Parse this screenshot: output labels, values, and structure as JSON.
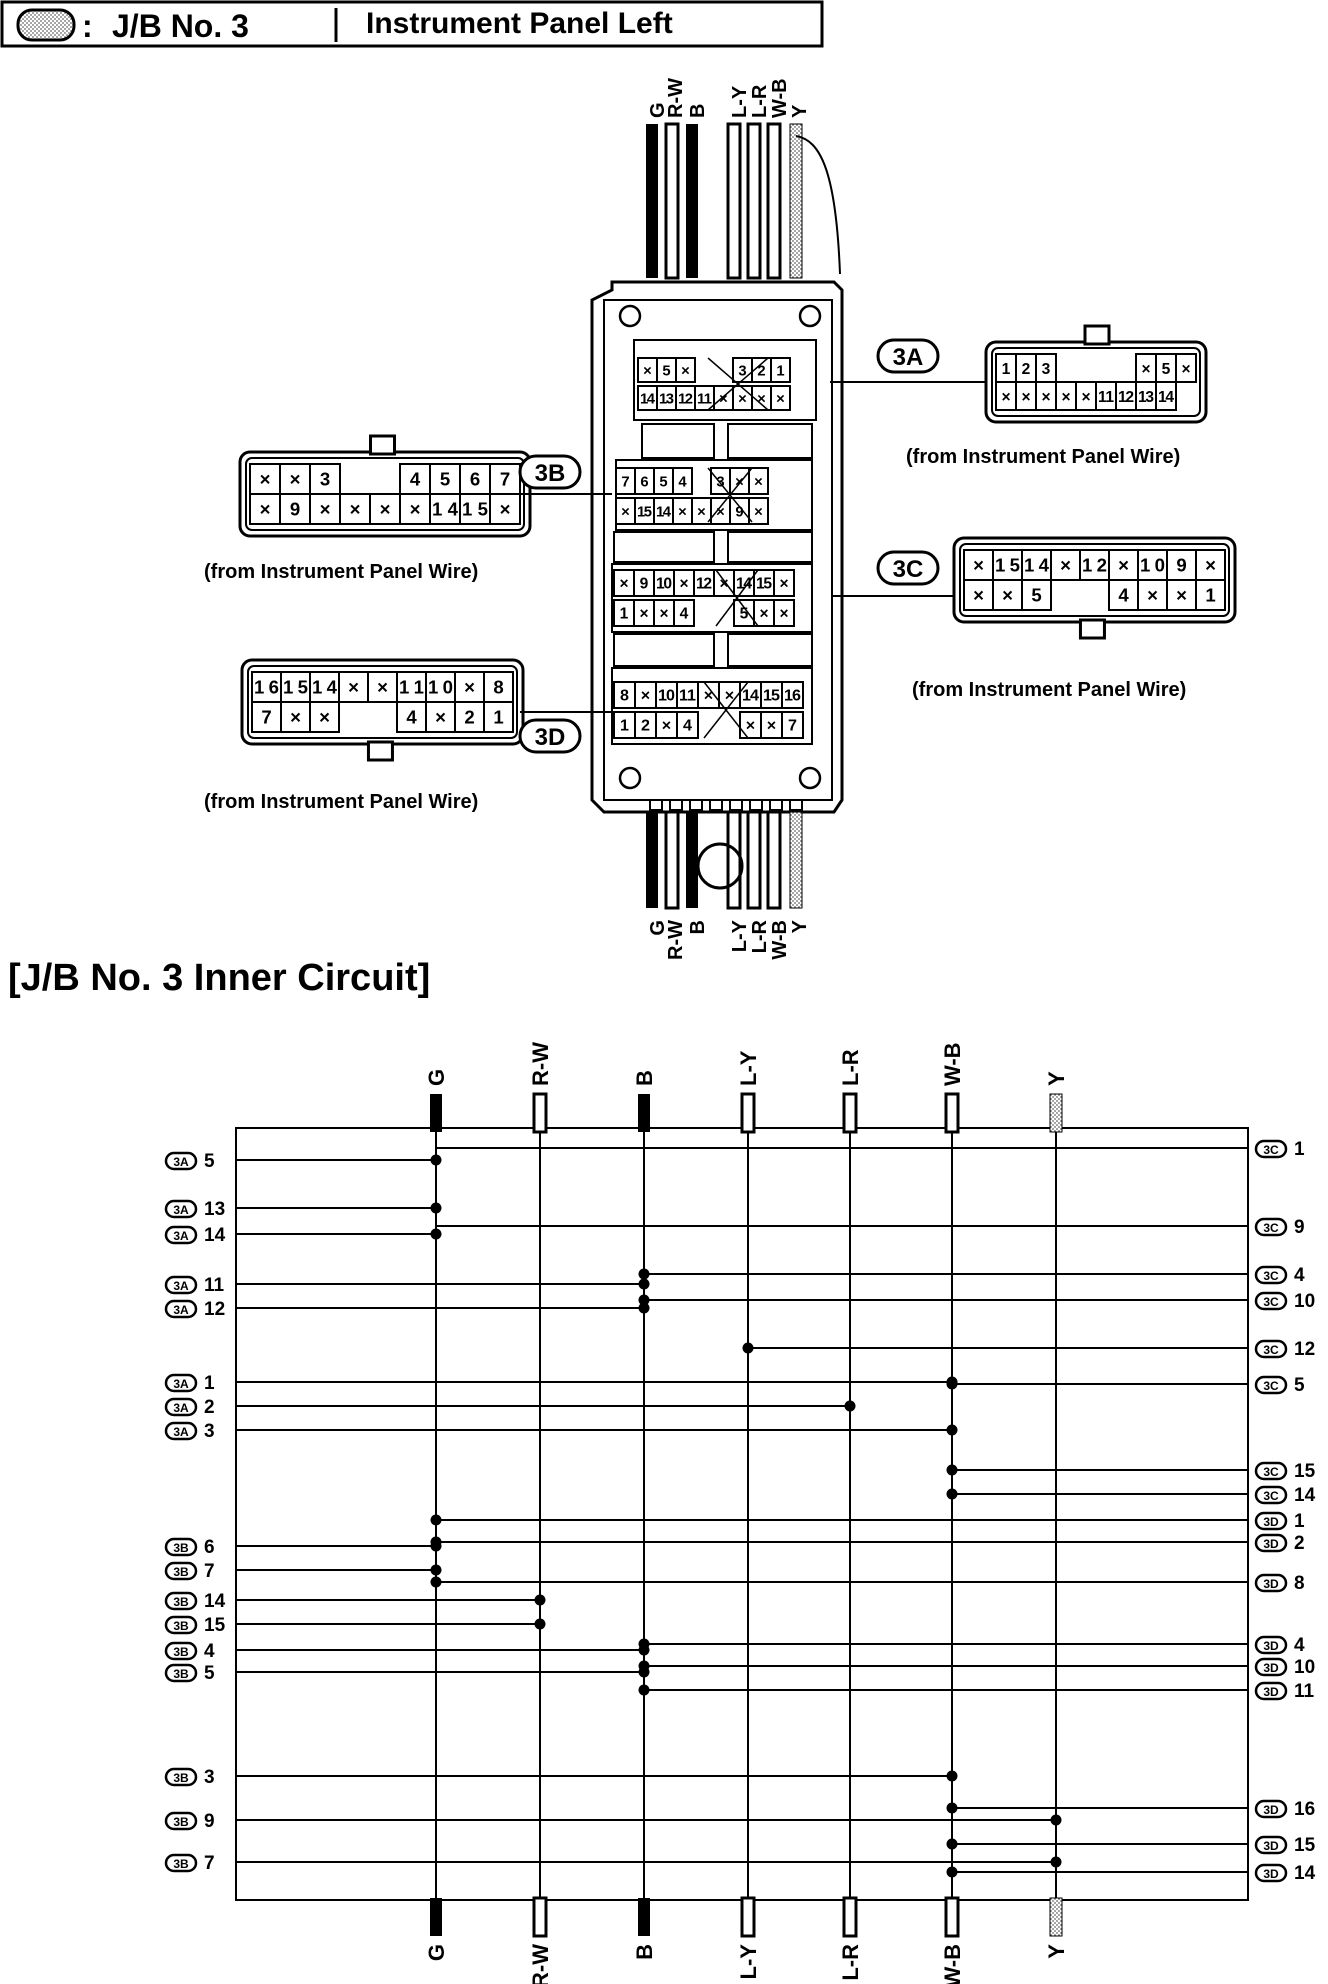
{
  "header": {
    "separator": ":",
    "jb_title": "J/B No. 3",
    "location": "Instrument Panel Left"
  },
  "wire_colors": [
    "G",
    "R-W",
    "B",
    "L-Y",
    "L-R",
    "W-B",
    "Y"
  ],
  "connectors": {
    "3A": {
      "id": "3A",
      "source": "(from Instrument Panel Wire)",
      "row1": [
        "1",
        "2",
        "3",
        "",
        "",
        "",
        "",
        "×",
        "5",
        "×"
      ],
      "row2": [
        "×",
        "×",
        "×",
        "×",
        "×",
        "11",
        "12",
        "13",
        "14"
      ]
    },
    "3B": {
      "id": "3B",
      "source": "(from Instrument Panel Wire)",
      "row1": [
        "×",
        "×",
        "3",
        "",
        "",
        "4",
        "5",
        "6",
        "7"
      ],
      "row2": [
        "×",
        "9",
        "×",
        "×",
        "×",
        "×",
        "14",
        "15",
        "×"
      ]
    },
    "3C": {
      "id": "3C",
      "source": "(from Instrument Panel Wire)",
      "row1": [
        "×",
        "15",
        "14",
        "×",
        "12",
        "×",
        "10",
        "9",
        "×"
      ],
      "row2": [
        "×",
        "×",
        "5",
        "",
        "",
        "4",
        "×",
        "×",
        "1"
      ]
    },
    "3D": {
      "id": "3D",
      "source": "(from Instrument Panel Wire)",
      "row1": [
        "16",
        "15",
        "14",
        "×",
        "×",
        "11",
        "10",
        "×",
        "8"
      ],
      "row2": [
        "7",
        "×",
        "×",
        "",
        "",
        "4",
        "×",
        "2",
        "1"
      ]
    }
  },
  "junction_block": {
    "r3a_top": [
      "×",
      "5",
      "×",
      "",
      "",
      "3",
      "2",
      "1"
    ],
    "r3a_bot": [
      "14",
      "13",
      "12",
      "11",
      "×",
      "×",
      "×",
      "×"
    ],
    "r3b_top": [
      "7",
      "6",
      "5",
      "4",
      "",
      "3",
      "×",
      "×"
    ],
    "r3b_bot": [
      "×",
      "15",
      "14",
      "×",
      "×",
      "×",
      "9",
      "×"
    ],
    "r3c_top": [
      "×",
      "9",
      "10",
      "×",
      "12",
      "×",
      "14",
      "15",
      "×"
    ],
    "r3c_bot": [
      "1",
      "×",
      "×",
      "4",
      "",
      "",
      "5",
      "×",
      "×"
    ],
    "r3d_top": [
      "8",
      "×",
      "10",
      "11",
      "×",
      "×",
      "14",
      "15",
      "16"
    ],
    "r3d_bot": [
      "1",
      "2",
      "×",
      "4",
      "",
      "",
      "×",
      "×",
      "7"
    ]
  },
  "inner_circuit": {
    "title": "[J/B No. 3 Inner Circuit]",
    "left_pins": [
      {
        "c": "3A",
        "p": "5"
      },
      {
        "c": "3A",
        "p": "13"
      },
      {
        "c": "3A",
        "p": "14"
      },
      {
        "c": "3A",
        "p": "11"
      },
      {
        "c": "3A",
        "p": "12"
      },
      {
        "c": "3A",
        "p": "1"
      },
      {
        "c": "3A",
        "p": "2"
      },
      {
        "c": "3A",
        "p": "3"
      },
      {
        "c": "3B",
        "p": "6"
      },
      {
        "c": "3B",
        "p": "7"
      },
      {
        "c": "3B",
        "p": "14"
      },
      {
        "c": "3B",
        "p": "15"
      },
      {
        "c": "3B",
        "p": "4"
      },
      {
        "c": "3B",
        "p": "5"
      },
      {
        "c": "3B",
        "p": "3"
      },
      {
        "c": "3B",
        "p": "9"
      },
      {
        "c": "3B",
        "p": "7"
      }
    ],
    "right_pins": [
      {
        "c": "3C",
        "p": "1"
      },
      {
        "c": "3C",
        "p": "9"
      },
      {
        "c": "3C",
        "p": "4"
      },
      {
        "c": "3C",
        "p": "10"
      },
      {
        "c": "3C",
        "p": "12"
      },
      {
        "c": "3C",
        "p": "5"
      },
      {
        "c": "3C",
        "p": "15"
      },
      {
        "c": "3C",
        "p": "14"
      },
      {
        "c": "3D",
        "p": "1"
      },
      {
        "c": "3D",
        "p": "2"
      },
      {
        "c": "3D",
        "p": "8"
      },
      {
        "c": "3D",
        "p": "4"
      },
      {
        "c": "3D",
        "p": "10"
      },
      {
        "c": "3D",
        "p": "11"
      },
      {
        "c": "3D",
        "p": "16"
      },
      {
        "c": "3D",
        "p": "15"
      },
      {
        "c": "3D",
        "p": "14"
      }
    ]
  },
  "colors": {
    "ink": "#000000",
    "stripe_gray": "#9a9a9a",
    "paper": "#ffffff"
  }
}
